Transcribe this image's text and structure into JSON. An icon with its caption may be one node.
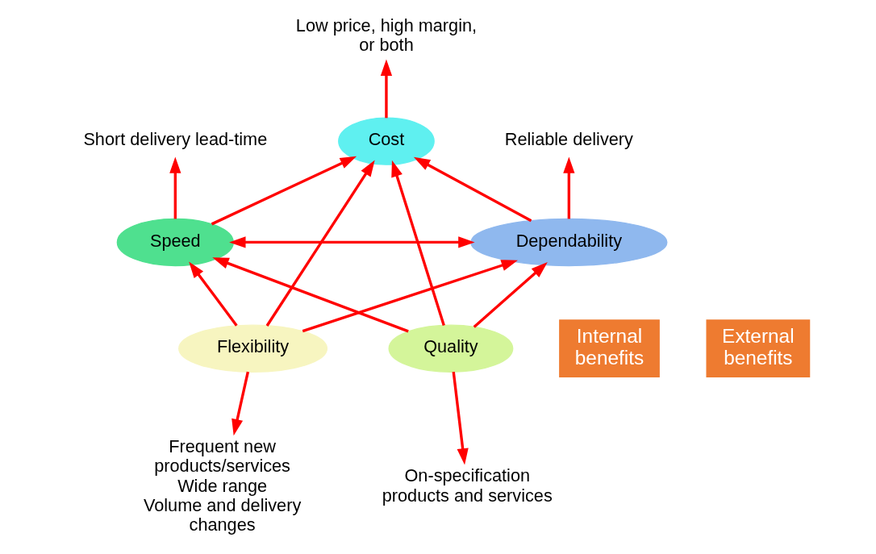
{
  "diagram": {
    "nodes": [
      {
        "text": [
          "Cost"
        ]
      },
      {
        "text": [
          "Speed"
        ]
      },
      {
        "text": [
          "Dependability"
        ]
      },
      {
        "text": [
          "Quality"
        ]
      },
      {
        "text": [
          "Flexibility"
        ]
      },
      {
        "text": [
          "Internal benefits"
        ]
      },
      {
        "text": [
          "External benefits"
        ]
      },
      {
        "text": [
          "Low price, high margin, or both"
        ]
      },
      {
        "text": [
          "Short delivery lead-time"
        ]
      },
      {
        "text": [
          "Reliable delivery"
        ]
      },
      {
        "text": [
          "On-specification products and services"
        ]
      },
      {
        "text": [
          "Frequent new products/services",
          "Wide range",
          "Volume and delivery changes"
        ]
      }
    ],
    "edges": [
      {
        "from": 1,
        "to": 0,
        "arrow": "to"
      },
      {
        "from": 2,
        "to": 0,
        "arrow": "to"
      },
      {
        "from": 1,
        "to": 2,
        "arrow": "both"
      },
      {
        "from": 3,
        "to": 0,
        "arrow": "to"
      },
      {
        "from": 3,
        "to": 1,
        "arrow": "to"
      },
      {
        "from": 3,
        "to": 2,
        "arrow": "to"
      },
      {
        "from": 4,
        "to": 0,
        "arrow": "to"
      },
      {
        "from": 4,
        "to": 1,
        "arrow": "to"
      },
      {
        "from": 4,
        "to": 2,
        "arrow": "to"
      },
      {
        "from": 0,
        "to": 7,
        "arrow": "to"
      },
      {
        "from": 1,
        "to": 8,
        "arrow": "to"
      },
      {
        "from": 2,
        "to": 9,
        "arrow": "to"
      },
      {
        "from": 3,
        "to": 10,
        "arrow": "to"
      },
      {
        "from": 4,
        "to": 11,
        "arrow": "to"
      }
    ]
  }
}
